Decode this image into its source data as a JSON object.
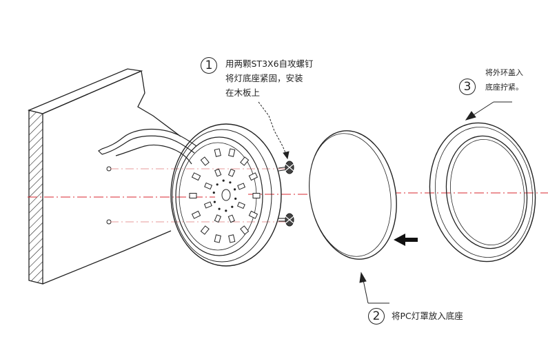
{
  "steps": [
    {
      "number": "1",
      "lines": [
        "用两颗ST3X6自攻螺钉",
        "将灯底座紧固，安装",
        "在木板上"
      ]
    },
    {
      "number": "2",
      "lines": [
        "将PC灯罩放入底座"
      ]
    },
    {
      "number": "3",
      "lines": [
        "将外环盖入",
        "底座拧紧。"
      ]
    }
  ],
  "colors": {
    "ink": "#222222",
    "centerline": "#d9262d",
    "guide": "#e07a7a"
  }
}
